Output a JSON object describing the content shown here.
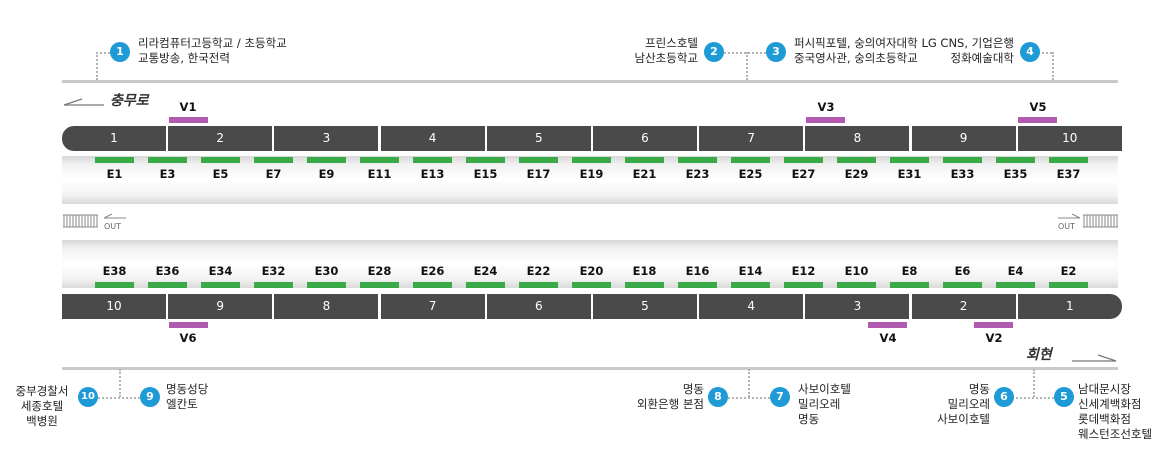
{
  "street_top": "충무로",
  "street_bottom": "회현",
  "out_label": "OUT",
  "top_cars": [
    "1",
    "2",
    "3",
    "4",
    "5",
    "6",
    "7",
    "8",
    "9",
    "10"
  ],
  "bottom_cars": [
    "10",
    "9",
    "8",
    "7",
    "6",
    "5",
    "4",
    "3",
    "2",
    "1"
  ],
  "top_gates": [
    "E1",
    "E3",
    "E5",
    "E7",
    "E9",
    "E11",
    "E13",
    "E15",
    "E17",
    "E19",
    "E21",
    "E23",
    "E25",
    "E27",
    "E29",
    "E31",
    "E33",
    "E35",
    "E37"
  ],
  "bottom_gates": [
    "E38",
    "E36",
    "E34",
    "E32",
    "E30",
    "E28",
    "E26",
    "E24",
    "E22",
    "E20",
    "E18",
    "E16",
    "E14",
    "E12",
    "E10",
    "E8",
    "E6",
    "E4",
    "E2"
  ],
  "v_labels": {
    "v1": "V1",
    "v3": "V3",
    "v5": "V5",
    "v6": "V6",
    "v4": "V4",
    "v2": "V2"
  },
  "exits": {
    "e1": {
      "num": "1",
      "lines": [
        "리라컴퓨터고등학교 / 초등학교",
        "교통방송, 한국전력"
      ]
    },
    "e2": {
      "num": "2",
      "lines": [
        "프린스호텔",
        "남산초등학교"
      ]
    },
    "e3": {
      "num": "3",
      "lines": [
        "퍼시픽포텔, 숭의여자대학",
        "중국영사관, 숭의초등학교"
      ]
    },
    "e4": {
      "num": "4",
      "lines": [
        "LG CNS, 기업은행",
        "정화예술대학"
      ]
    },
    "e5": {
      "num": "5",
      "lines": [
        "남대문시장",
        "신세계백화점",
        "롯데백화점",
        "웨스턴조선호텔"
      ]
    },
    "e6": {
      "num": "6",
      "lines": [
        "명동",
        "밀리오레",
        "사보이호텔"
      ]
    },
    "e7": {
      "num": "7",
      "lines": [
        "사보이호텔",
        "밀리오레",
        "명동"
      ]
    },
    "e8": {
      "num": "8",
      "lines": [
        "명동",
        "외환은행 본점"
      ]
    },
    "e9": {
      "num": "9",
      "lines": [
        "명동성당",
        "엘칸토"
      ]
    },
    "e10": {
      "num": "10",
      "lines": [
        "중부경찰서",
        "세종호텔",
        "백병원"
      ]
    }
  },
  "colors": {
    "badge": "#1e9bd7",
    "gate": "#3aaa48",
    "car": "#4a4a4a",
    "vbar": "#b05ab0"
  }
}
